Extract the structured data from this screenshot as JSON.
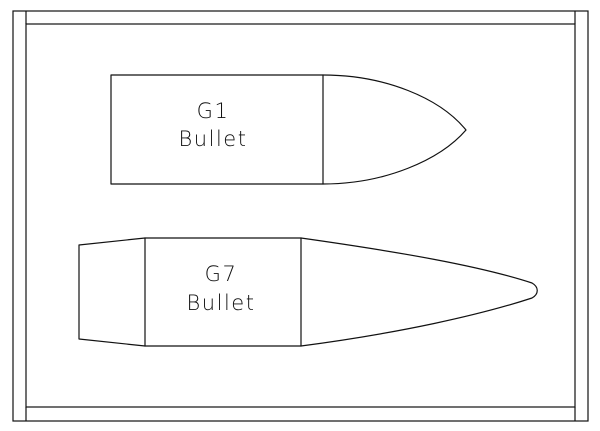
{
  "diagram": {
    "g1": {
      "label_line1": "G1",
      "label_line2": "Bullet"
    },
    "g7": {
      "label_line1": "G7",
      "label_line2": "Bullet"
    }
  }
}
